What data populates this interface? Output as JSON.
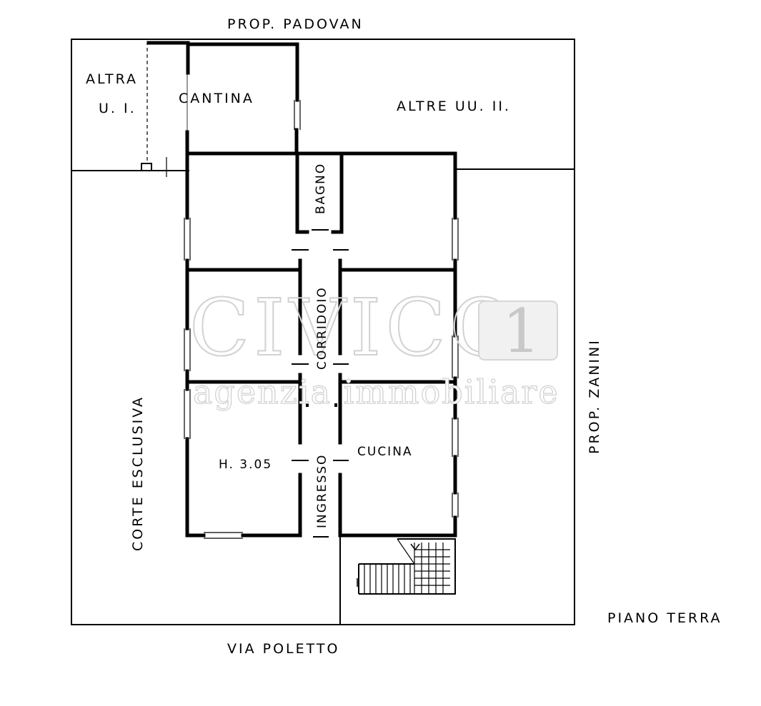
{
  "labels": {
    "prop_padovan": "PROP. PADOVAN",
    "altra_ui_1": "ALTRA",
    "altra_ui_2": "U. I.",
    "cantina": "CANTINA",
    "altre_uu_ii": "ALTRE UU. II.",
    "bagno": "BAGNO",
    "corridoio": "CORRIDOIO",
    "ingresso": "INGRESSO",
    "cucina": "CUCINA",
    "height": "H. 3.05",
    "corte_esclusiva": "CORTE ESCLUSIVA",
    "prop_zanini": "PROP. ZANINI",
    "piano_terra": "PIANO TERRA",
    "via_poletto": "VIA POLETTO"
  },
  "watermark": {
    "brand": "CIVICO",
    "number": "1",
    "subtitle": "agenzia immobiliare"
  }
}
